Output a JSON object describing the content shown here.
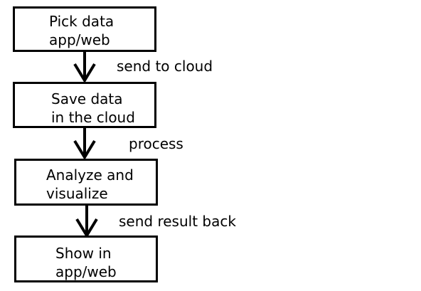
{
  "colors": {
    "stroke": "#000000",
    "background": "#ffffff",
    "text": "#000000"
  },
  "steps": [
    {
      "id": "pick-data",
      "lines": [
        "Pick data",
        "app/web"
      ]
    },
    {
      "id": "save-data",
      "lines": [
        "Save data",
        "in the cloud"
      ]
    },
    {
      "id": "analyze",
      "lines": [
        "Analyze and",
        "visualize"
      ]
    },
    {
      "id": "show",
      "lines": [
        "Show in",
        "app/web"
      ]
    }
  ],
  "edges": [
    {
      "from": "pick-data",
      "to": "save-data",
      "label": "send to cloud"
    },
    {
      "from": "save-data",
      "to": "analyze",
      "label": "process"
    },
    {
      "from": "analyze",
      "to": "show",
      "label": "send result back"
    }
  ]
}
